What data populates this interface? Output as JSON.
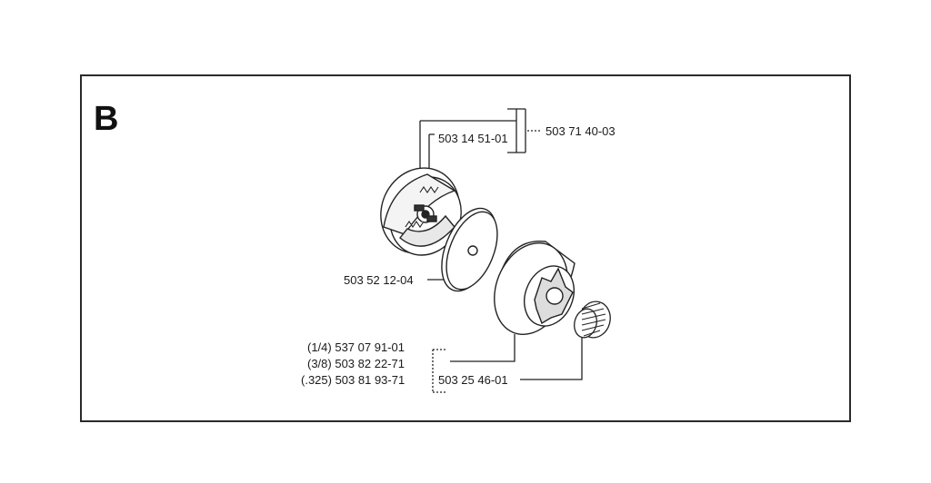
{
  "section_letter": "B",
  "parts": {
    "clutch_assembly": "503 71 40-03",
    "clutch_spring": "503 14 51-01",
    "washer": "503 52 12-04",
    "drum_quarter": "(1/4) 537 07 91-01",
    "drum_three_eighths": "(3/8) 503 82 22-71",
    "drum_325": "(.325) 503 81 93-71",
    "needle_bearing": "503 25 46-01"
  }
}
